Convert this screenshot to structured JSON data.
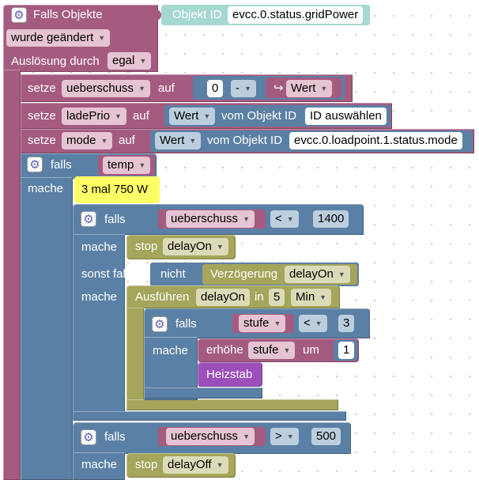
{
  "event_block": {
    "title": "Falls Objekte",
    "object_id_label": "Objekt ID",
    "object_id_value": "evcc.0.status.gridPower",
    "trigger_value": "wurde geändert",
    "trigger_by_label": "Auslösung durch",
    "trigger_by_value": "egal"
  },
  "set_blocks": [
    {
      "keyword": "setze",
      "variable": "ueberschuss",
      "on": "auf",
      "number": "0",
      "operator": "-",
      "arrow_label": "Wert"
    },
    {
      "keyword": "setze",
      "variable": "ladePrio",
      "on": "auf",
      "value_type": "Wert",
      "from_label": "vom Objekt ID",
      "object_id": "ID auswählen"
    },
    {
      "keyword": "setze",
      "variable": "mode",
      "on": "auf",
      "value_type": "Wert",
      "from_label": "vom Objekt ID",
      "object_id": "evcc.0.loadpoint.1.status.mode"
    }
  ],
  "if_temp": {
    "keyword": "falls",
    "condition_var": "temp",
    "do_label": "mache",
    "comment": "3 mal 750 W"
  },
  "if_1400": {
    "keyword": "falls",
    "variable": "ueberschuss",
    "operator": "<",
    "value": "1400",
    "do_label": "mache",
    "stop_label": "stop",
    "stop_target": "delayOn",
    "else_if_label": "sonst falls",
    "not_label": "nicht",
    "delay_label": "Verzögerung",
    "delay_target": "delayOn",
    "do2_label": "mache",
    "exec_label": "Ausführen",
    "exec_target": "delayOn",
    "exec_in": "in",
    "exec_amount": "5",
    "exec_unit": "Min"
  },
  "if_stufe": {
    "keyword": "falls",
    "variable": "stufe",
    "operator": "<",
    "value": "3",
    "do_label": "mache",
    "increase_label": "erhöhe",
    "increase_var": "stufe",
    "increase_by": "um",
    "increase_amount": "1",
    "function_label": "Heizstab"
  },
  "if_500": {
    "keyword": "falls",
    "variable": "ueberschuss",
    "operator": ">",
    "value": "500",
    "do_label": "mache",
    "stop_label": "stop",
    "stop_target": "delayOff"
  },
  "colors": {
    "event": "#a55b80",
    "variables": "#a55b80",
    "logic": "#5b80a5",
    "loops": "#a5a55b",
    "procedures": "#9c4fbb",
    "object_id": "#a5d8cf",
    "comment": "#ffff66"
  }
}
